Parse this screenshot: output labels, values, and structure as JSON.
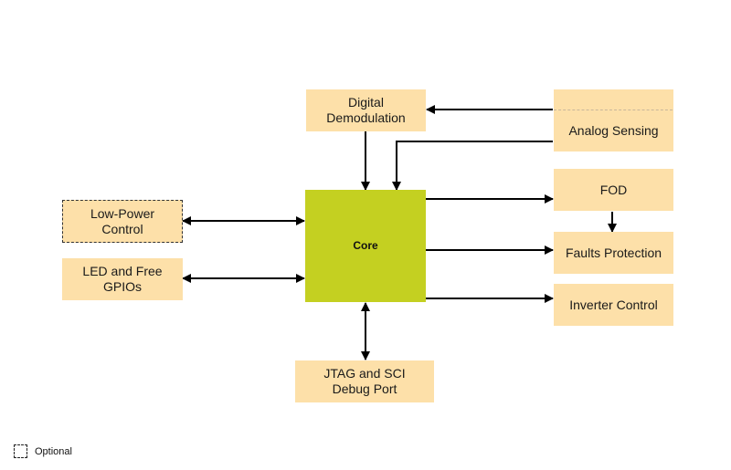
{
  "diagram": {
    "blocks": {
      "digital_demodulation": "Digital\nDemodulation",
      "analog_sensing": "Analog Sensing",
      "low_power_control": "Low-Power\nControl",
      "led_gpios": "LED and Free\nGPIOs",
      "core": "Core",
      "fod": "FOD",
      "faults_protection": "Faults Protection",
      "inverter_control": "Inverter Control",
      "jtag_debug": "JTAG and SCI\nDebug Port"
    },
    "legend": {
      "optional_label": "Optional"
    },
    "colors": {
      "block_fill": "#fde0a9",
      "core_fill": "#c4d021",
      "wire": "#000000"
    }
  }
}
